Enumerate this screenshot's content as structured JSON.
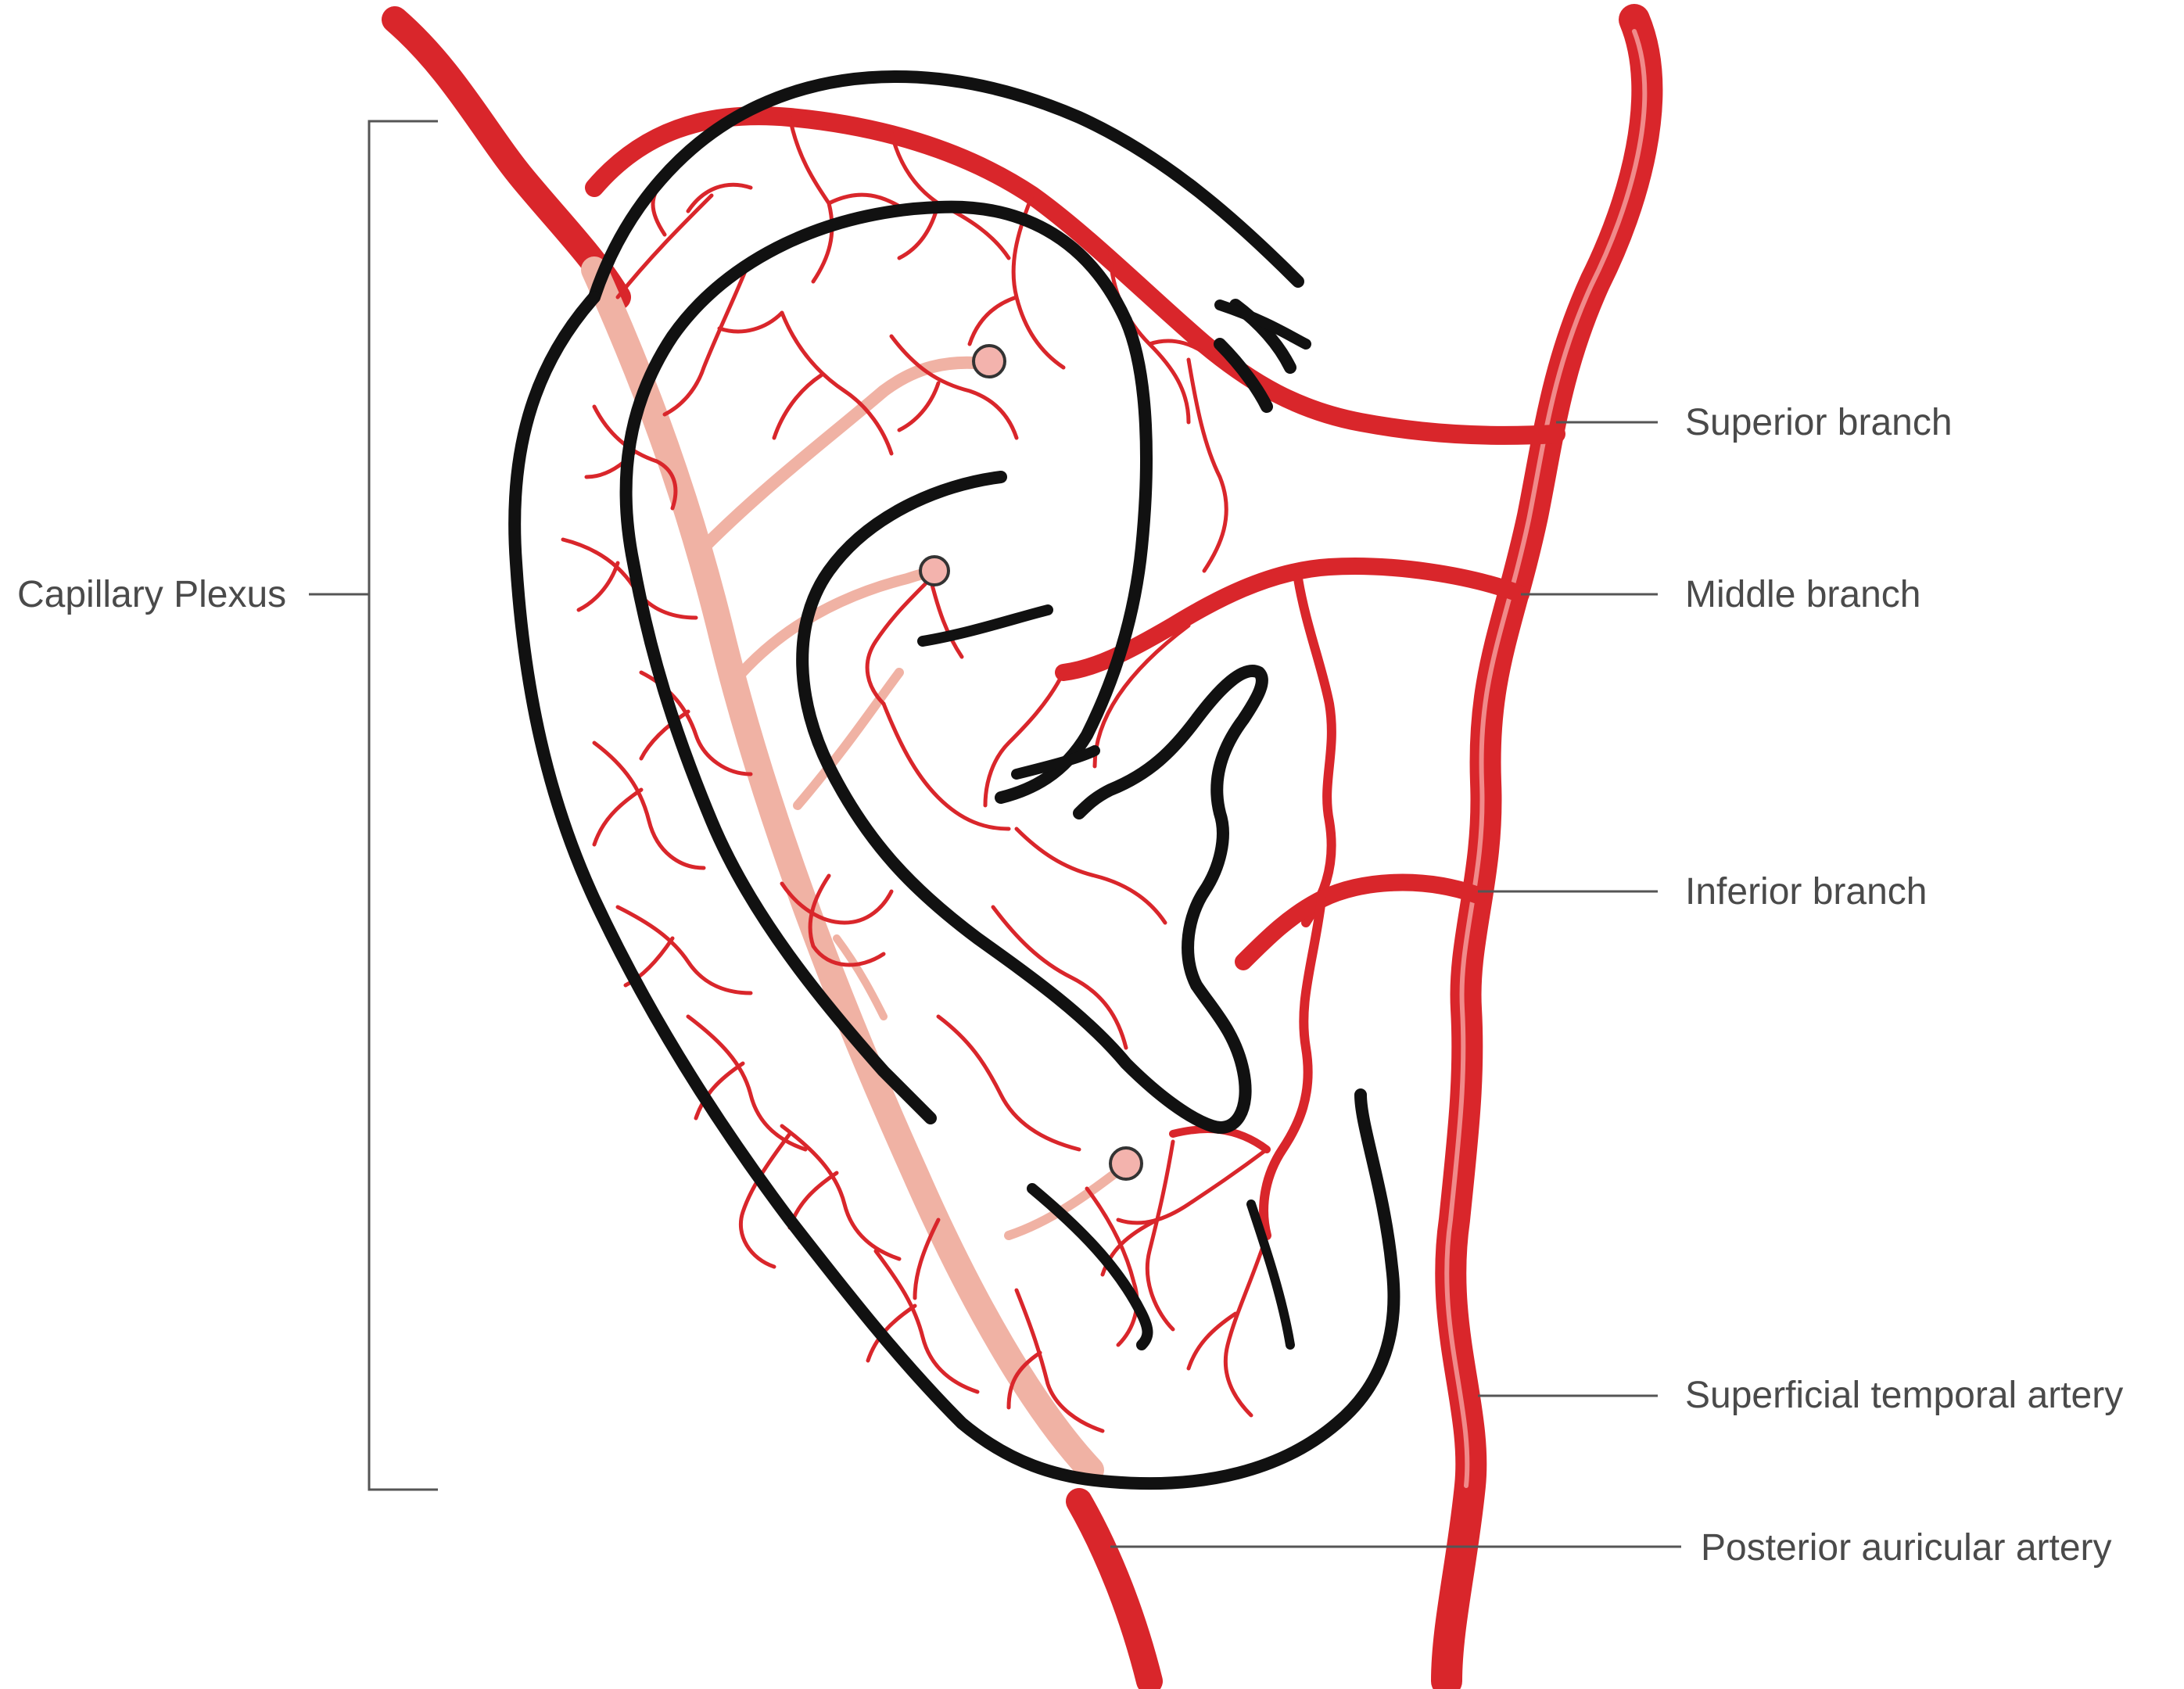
{
  "labels": {
    "capillary_plexus": "Capillary Plexus",
    "superior_branch": "Superior branch",
    "middle_branch": "Middle branch",
    "inferior_branch": "Inferior branch",
    "superficial_temporal_artery": "Superficial temporal artery",
    "posterior_auricular_artery": "Posterior auricular artery"
  },
  "colors": {
    "artery": "#d9262b",
    "posterior_artery": "#f0b2a4",
    "ear_outline": "#111111",
    "label_text": "#4a4a4a"
  },
  "icons": {
    "marker": "circle-marker-icon"
  }
}
